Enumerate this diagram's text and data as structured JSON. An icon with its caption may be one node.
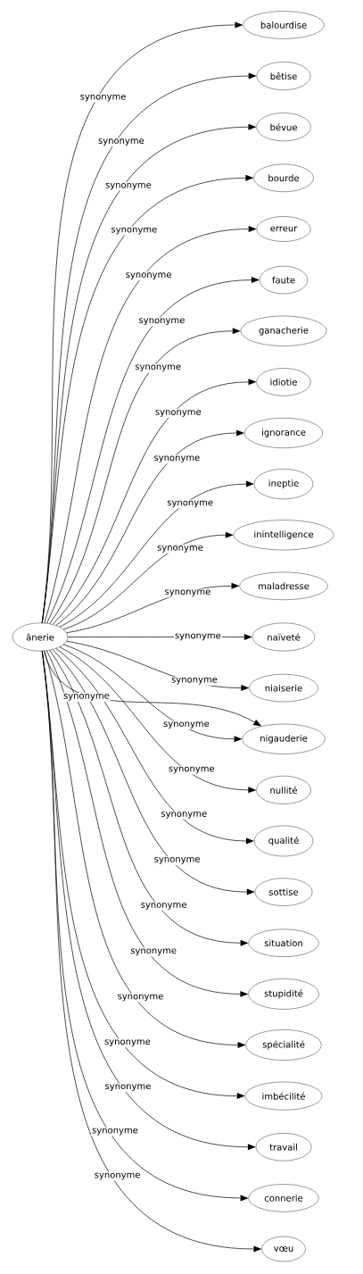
{
  "diagram": {
    "nodes": [
      {
        "text": [
          "ânerie"
        ]
      },
      {
        "text": [
          "balourdise"
        ]
      },
      {
        "text": [
          "bêtise"
        ]
      },
      {
        "text": [
          "bévue"
        ]
      },
      {
        "text": [
          "bourde"
        ]
      },
      {
        "text": [
          "erreur"
        ]
      },
      {
        "text": [
          "faute"
        ]
      },
      {
        "text": [
          "ganacherie"
        ]
      },
      {
        "text": [
          "idiotie"
        ]
      },
      {
        "text": [
          "ignorance"
        ]
      },
      {
        "text": [
          "ineptie"
        ]
      },
      {
        "text": [
          "inintelligence"
        ]
      },
      {
        "text": [
          "maladresse"
        ]
      },
      {
        "text": [
          "naïveté"
        ]
      },
      {
        "text": [
          "niaiserie"
        ]
      },
      {
        "text": [
          "nigauderie"
        ]
      },
      {
        "text": [
          "nullité"
        ]
      },
      {
        "text": [
          "qualité"
        ]
      },
      {
        "text": [
          "sottise"
        ]
      },
      {
        "text": [
          "situation"
        ]
      },
      {
        "text": [
          "stupidité"
        ]
      },
      {
        "text": [
          "spécialité"
        ]
      },
      {
        "text": [
          "imbécilité"
        ]
      },
      {
        "text": [
          "travail"
        ]
      },
      {
        "text": [
          "connerie"
        ]
      },
      {
        "text": [
          "vœu"
        ]
      }
    ],
    "edges": [
      {
        "from": 0,
        "to": 1,
        "arrow": "to",
        "label": "synonyme"
      },
      {
        "from": 0,
        "to": 2,
        "arrow": "to",
        "label": "synonyme"
      },
      {
        "from": 0,
        "to": 3,
        "arrow": "to",
        "label": "synonyme"
      },
      {
        "from": 0,
        "to": 4,
        "arrow": "to",
        "label": "synonyme"
      },
      {
        "from": 0,
        "to": 5,
        "arrow": "to",
        "label": "synonyme"
      },
      {
        "from": 0,
        "to": 6,
        "arrow": "to",
        "label": "synonyme"
      },
      {
        "from": 0,
        "to": 7,
        "arrow": "to",
        "label": "synonyme"
      },
      {
        "from": 0,
        "to": 8,
        "arrow": "to",
        "label": "synonyme"
      },
      {
        "from": 0,
        "to": 9,
        "arrow": "to",
        "label": "synonyme"
      },
      {
        "from": 0,
        "to": 10,
        "arrow": "to",
        "label": "synonyme"
      },
      {
        "from": 0,
        "to": 11,
        "arrow": "to",
        "label": "synonyme"
      },
      {
        "from": 0,
        "to": 12,
        "arrow": "to",
        "label": "synonyme"
      },
      {
        "from": 0,
        "to": 13,
        "arrow": "to",
        "label": "synonyme"
      },
      {
        "from": 0,
        "to": 14,
        "arrow": "to",
        "label": "synonyme"
      },
      {
        "from": 0,
        "to": 15,
        "arrow": "to",
        "label": "synonyme"
      },
      {
        "from": 0,
        "to": 15,
        "arrow": "to",
        "label": "synonyme"
      },
      {
        "from": 0,
        "to": 16,
        "arrow": "to",
        "label": "synonyme"
      },
      {
        "from": 0,
        "to": 17,
        "arrow": "to",
        "label": "synonyme"
      },
      {
        "from": 0,
        "to": 18,
        "arrow": "to",
        "label": "synonyme"
      },
      {
        "from": 0,
        "to": 19,
        "arrow": "to",
        "label": "synonyme"
      },
      {
        "from": 0,
        "to": 20,
        "arrow": "to",
        "label": "synonyme"
      },
      {
        "from": 0,
        "to": 21,
        "arrow": "to",
        "label": "synonyme"
      },
      {
        "from": 0,
        "to": 22,
        "arrow": "to",
        "label": "synonyme"
      },
      {
        "from": 0,
        "to": 23,
        "arrow": "to",
        "label": "synonyme"
      },
      {
        "from": 0,
        "to": 24,
        "arrow": "to",
        "label": "synonyme"
      },
      {
        "from": 0,
        "to": 25,
        "arrow": "to",
        "label": "synonyme"
      }
    ]
  }
}
